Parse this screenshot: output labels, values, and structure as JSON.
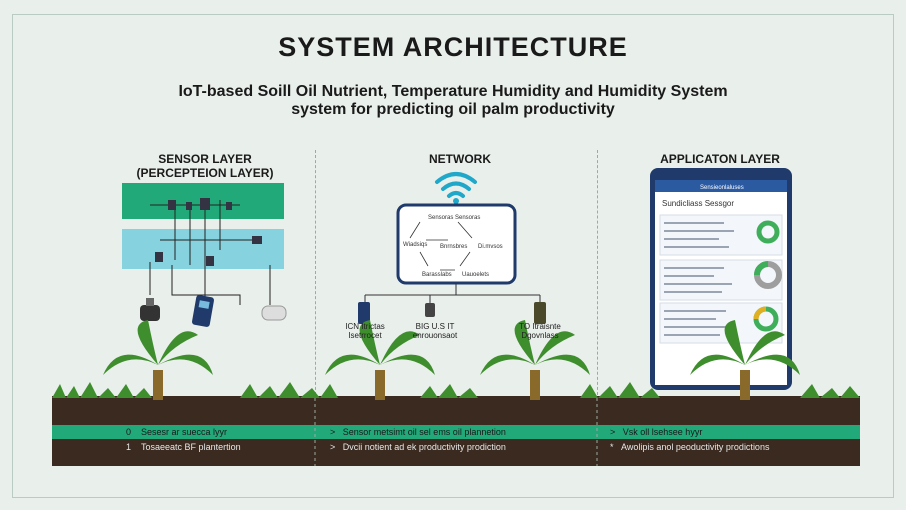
{
  "title": "SYSTEM ARCHITECTURE",
  "subtitle": {
    "line1": "IoT-based Soill Oil Nutrient, Temperature Humidity and Humidity System",
    "line2": "system for predicting oil palm productivity"
  },
  "sensor_layer": {
    "title": "SENSOR LAYER",
    "subtitle": "(PERCEPTEION LAYER)"
  },
  "network": {
    "title": "NETWORK",
    "nodes": [
      "Sensoras",
      "Wiadsiqs",
      "Bnrnsbres",
      "Di.mvsos",
      "Barasslabs",
      "Uauoelets"
    ],
    "captions": [
      "ICN Itrictas Isetrrocet",
      "BIG U.S IT enrouonsaot",
      "TO Itraisnte Dgovnlass"
    ]
  },
  "application_layer": {
    "title": "APPLICATON LAYER",
    "header": "Sensieonlaluses",
    "section_title": "Sundicliass Sessgor"
  },
  "bottom_bar": {
    "row1": [
      {
        "marker": "0",
        "text": "Sesesr ar suecca lyyr"
      },
      {
        "marker": ">",
        "text": "Sensor metsimt oil sel ems oil plannetion"
      },
      {
        "marker": ">",
        "text": "Vsk oll lsehsee hyyr"
      }
    ],
    "row2": [
      {
        "marker": "1",
        "text": "Tosaeeatc BF plantertion"
      },
      {
        "marker": ">",
        "text": "Dvcii notient ad ek productivity prodiction"
      },
      {
        "marker": "*",
        "text": "Awolipis anol peoductivity prodictions"
      }
    ]
  },
  "colors": {
    "accent_green": "#22a97a",
    "accent_light_blue": "#86d2df",
    "soil": "#3a2a1f",
    "navy": "#1f3a6b",
    "palm": "#3f8e2e"
  }
}
